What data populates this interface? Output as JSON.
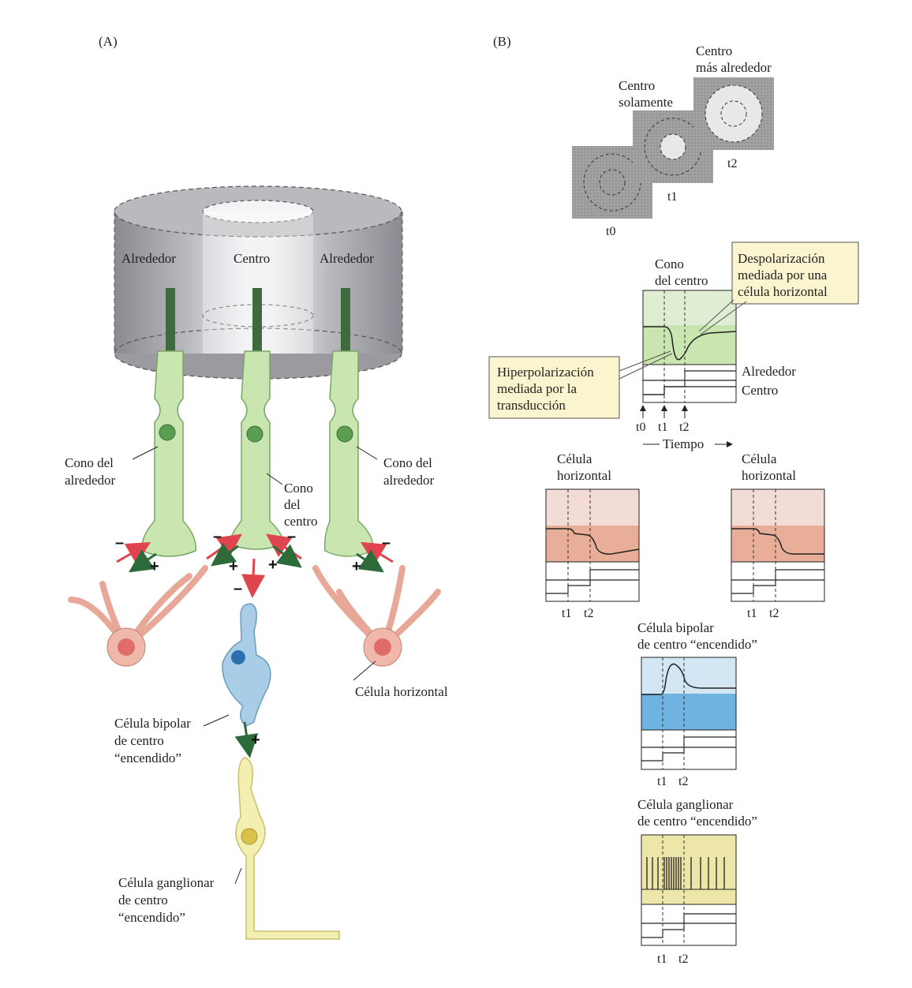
{
  "panel_a": {
    "label": "(A)",
    "cylinder": {
      "left": "Alrededor",
      "center": "Centro",
      "right": "Alrededor"
    },
    "cone_left": [
      "Cono del",
      "alrededor"
    ],
    "cone_right": [
      "Cono del",
      "alrededor"
    ],
    "cone_center": [
      "Cono",
      "del",
      "centro"
    ],
    "horizontal_cell": "Célula horizontal",
    "bipolar": [
      "Célula bipolar",
      "de centro",
      "“encendido”"
    ],
    "ganglion": [
      "Célula ganglionar",
      "de centro",
      "“encendido”"
    ],
    "signs": {
      "minus": "–",
      "plus": "+"
    }
  },
  "panel_b": {
    "label": "(B)",
    "stim_center_only": [
      "Centro",
      "solamente"
    ],
    "stim_center_surround": [
      "Centro",
      "más alrededor"
    ],
    "t0": "t0",
    "t1": "t1",
    "t2": "t2",
    "cone_center": [
      "Cono",
      "del centro"
    ],
    "callout_depol": [
      "Despolarización",
      "mediada por una",
      "célula horizontal"
    ],
    "callout_hyper": [
      "Hiperpolarización",
      "mediada por la",
      "transducción"
    ],
    "surround": "Alrededor",
    "center": "Centro",
    "time": "Tiempo",
    "horizontal_left": [
      "Célula",
      "horizontal"
    ],
    "horizontal_right": [
      "Célula",
      "horizontal"
    ],
    "bipolar": [
      "Célula bipolar",
      "de centro “encendido”"
    ],
    "ganglion": [
      "Célula ganglionar",
      "de centro “encendido”"
    ]
  },
  "colors": {
    "cone": "#c9e6b0",
    "horizontal": "#e8a898",
    "bipolar": "#a9cde6",
    "ganglion": "#f3efb0",
    "callout": "#fbf5cf",
    "cylinder": "#9d9da3",
    "arrow_red": "#e0454e",
    "arrow_green": "#2e6b3a"
  }
}
